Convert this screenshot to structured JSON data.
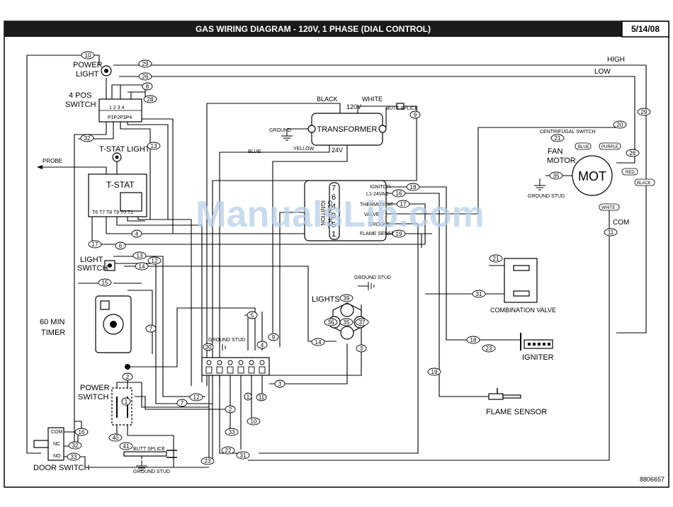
{
  "header": {
    "title": "GAS WIRING DIAGRAM - 120V, 1 PHASE   (DIAL CONTROL)",
    "date": "5/14/08"
  },
  "footer": {
    "doc_number": "8806657"
  },
  "watermark": "ManualsLib.com",
  "colors": {
    "title_bar": "#1a1a1a",
    "line": "#000000",
    "watermark": "#b9cfe6"
  },
  "components": {
    "power_light": "POWER\nLIGHT",
    "four_pos_switch": "4 POS\nSWITCH",
    "switch_positions": "1  2  3  4",
    "switch_terminals": "P1P2P3P4",
    "tstat_light": "T-STAT LIGHT",
    "probe": "PROBE",
    "tstat": "T-STAT",
    "tstat_terminals": "T6  T7  T8  T9  T0 T1",
    "light_switch": "LIGHT\nSWITCH",
    "timer": "60 MIN\nTIMER",
    "power_switch": "POWER\nSWITCH",
    "door_switch": "DOOR SWITCH",
    "door_switch_com": "COM",
    "door_switch_nc": "NC",
    "door_switch_no": "NO",
    "transformer": "TRANSFORMER",
    "transformer_120v": "120V",
    "transformer_24v": "24V",
    "black": "BLACK",
    "white": "WHITE",
    "yellow": "YELLOW",
    "blue": "BLUE",
    "butt_splice": "BUTT SPLICE",
    "ground": "GROUND",
    "ignition_control": "IGNITION\nCONTROL",
    "ic_numbers": "7\n6\n4\n3\n5\n1",
    "ic_terminals": [
      "IGNITOR",
      "L1-24VAC",
      "THERMOSTAT",
      "VALVE",
      "GROUND",
      "FLAME SENSE"
    ],
    "lights": "LIGHTS",
    "ground_stud": "GROUND STUD",
    "centrifugal_switch": "CENTRIFUGAL SWITCH",
    "fan_motor": "FAN\nMOTOR",
    "mot": "MOT",
    "motor_wires": {
      "blue": "BLUE",
      "purple": "PURPLE",
      "red": "RED",
      "black": "BLACK",
      "white": "WHITE"
    },
    "high": "HIGH",
    "low": "LOW",
    "com": "COM",
    "combination_valve": "COMBINATION VALVE",
    "igniter": "IGNITER",
    "flame_sensor": "FLAME SENSOR"
  },
  "wire_tags": [
    "10",
    "29",
    "26",
    "8",
    "28",
    "13",
    "32",
    "1",
    "17",
    "4",
    "6",
    "13",
    "12",
    "14",
    "15",
    "7",
    "5",
    "9",
    "4",
    "3",
    "2",
    "12",
    "7",
    "2",
    "11",
    "10",
    "33",
    "22",
    "31",
    "23",
    "40",
    "41",
    "16",
    "32",
    "33",
    "18",
    "16",
    "17",
    "19",
    "21",
    "31",
    "18",
    "23",
    "19",
    "20",
    "21",
    "26",
    "29",
    "35",
    "11",
    "3",
    "14",
    "39",
    "36",
    "35",
    "37"
  ]
}
